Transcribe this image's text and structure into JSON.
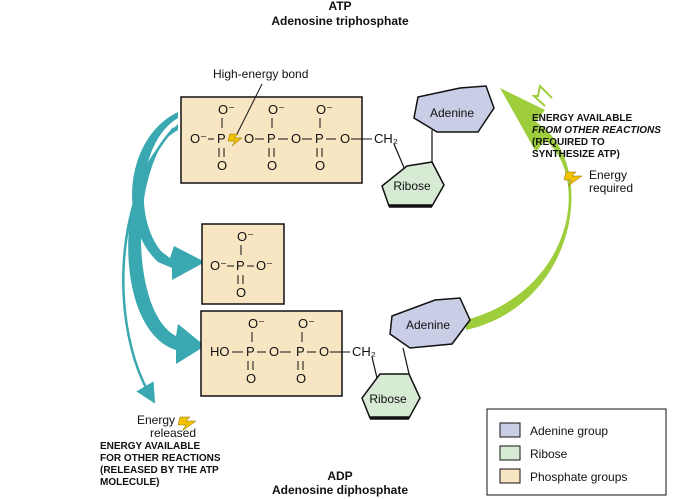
{
  "atp": {
    "abbr": "ATP",
    "name": "Adenosine triphosphate"
  },
  "adp": {
    "abbr": "ADP",
    "name": "Adenosine diphosphate"
  },
  "high_energy_bond_label": "High-energy bond",
  "atom": {
    "O_minus": "O⁻",
    "O": "O",
    "P": "P",
    "CH2": "CH₂",
    "HO": "HO",
    "bond_h": "–",
    "bond_v": "|",
    "bond_double": "||"
  },
  "molecule_labels": {
    "adenine": "Adenine",
    "ribose": "Ribose"
  },
  "energy_required": {
    "line1": "Energy",
    "line2": "required"
  },
  "energy_available_from": {
    "line1": "ENERGY AVAILABLE",
    "line2": "FROM OTHER REACTIONS",
    "line3": "(REQUIRED TO",
    "line4": "SYNTHESIZE ATP)"
  },
  "energy_released": {
    "line1": "Energy",
    "line2": "released"
  },
  "energy_available_for": {
    "line1": "ENERGY AVAILABLE",
    "line2": "FOR OTHER REACTIONS",
    "line3": "(RELEASED BY THE ATP",
    "line4": "MOLECULE)"
  },
  "legend": {
    "items": [
      {
        "label": "Adenine group",
        "color": "#c9cde6"
      },
      {
        "label": "Ribose",
        "color": "#d7ead4"
      },
      {
        "label": "Phosphate groups",
        "color": "#f8e5c2"
      }
    ]
  },
  "colors": {
    "phosphate_fill": "#f8e5c2",
    "adenine_fill": "#c9cde6",
    "ribose_fill": "#d7ead4",
    "teal_arrow": "#3aa8b1",
    "green_arrow": "#9fce3d",
    "bolt": "#f2c200"
  }
}
